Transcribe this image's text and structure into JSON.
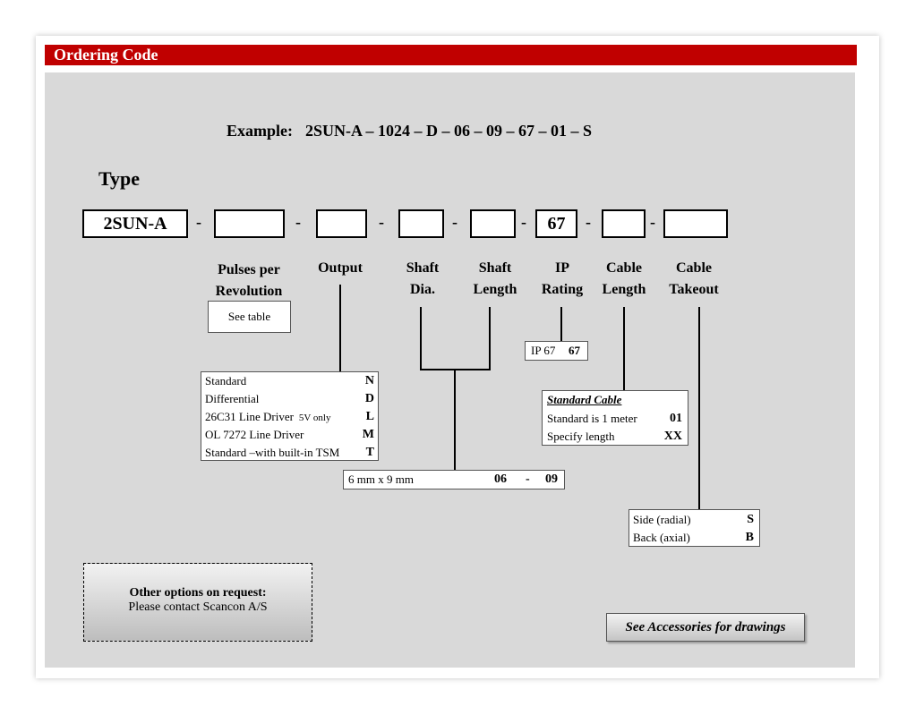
{
  "header": {
    "title": "Ordering Code"
  },
  "example": {
    "label": "Example:",
    "code": "2SUN-A – 1024 – D – 06 – 09 – 67 – 01 – S"
  },
  "type_label": "Type",
  "code_boxes": [
    {
      "value": "2SUN-A"
    },
    {
      "value": ""
    },
    {
      "value": ""
    },
    {
      "value": ""
    },
    {
      "value": ""
    },
    {
      "value": "67"
    },
    {
      "value": ""
    },
    {
      "value": ""
    }
  ],
  "separator": "-",
  "fields": {
    "pulses": {
      "line1": "Pulses per",
      "line2": "Revolution"
    },
    "output": {
      "line1": "Output"
    },
    "shaft_dia": {
      "line1": "Shaft",
      "line2": "Dia."
    },
    "shaft_length": {
      "line1": "Shaft",
      "line2": "Length"
    },
    "ip_rating": {
      "line1": "IP",
      "line2": "Rating"
    },
    "cable_length": {
      "line1": "Cable",
      "line2": "Length"
    },
    "cable_takeout": {
      "line1": "Cable",
      "line2": "Takeout"
    }
  },
  "see_table": "See table",
  "output_options": [
    {
      "label": "Standard",
      "note": "",
      "code": "N"
    },
    {
      "label": "Differential",
      "note": "",
      "code": "D"
    },
    {
      "label": "26C31 Line Driver",
      "note": "5V only",
      "code": "L"
    },
    {
      "label": "OL 7272 Line Driver",
      "note": "",
      "code": "M"
    },
    {
      "label": "Standard –with built-in TSM",
      "note": "",
      "code": "T"
    }
  ],
  "shaft_option": {
    "label": "6 mm  x 9 mm",
    "code1": "06",
    "sep": "-",
    "code2": "09"
  },
  "ip_option": {
    "label": "IP 67",
    "code": "67"
  },
  "cable_length_options": {
    "title": "Standard Cable",
    "rows": [
      {
        "label": "Standard is 1 meter",
        "code": "01"
      },
      {
        "label": "Specify length",
        "code": "XX"
      }
    ]
  },
  "takeout_options": [
    {
      "label": "Side  (radial)",
      "code": "S"
    },
    {
      "label": "Back (axial)",
      "code": "B"
    }
  ],
  "other_options": {
    "title": "Other options on request:",
    "text": "Please contact Scancon A/S"
  },
  "accessories": {
    "label": "See Accessories for drawings"
  }
}
